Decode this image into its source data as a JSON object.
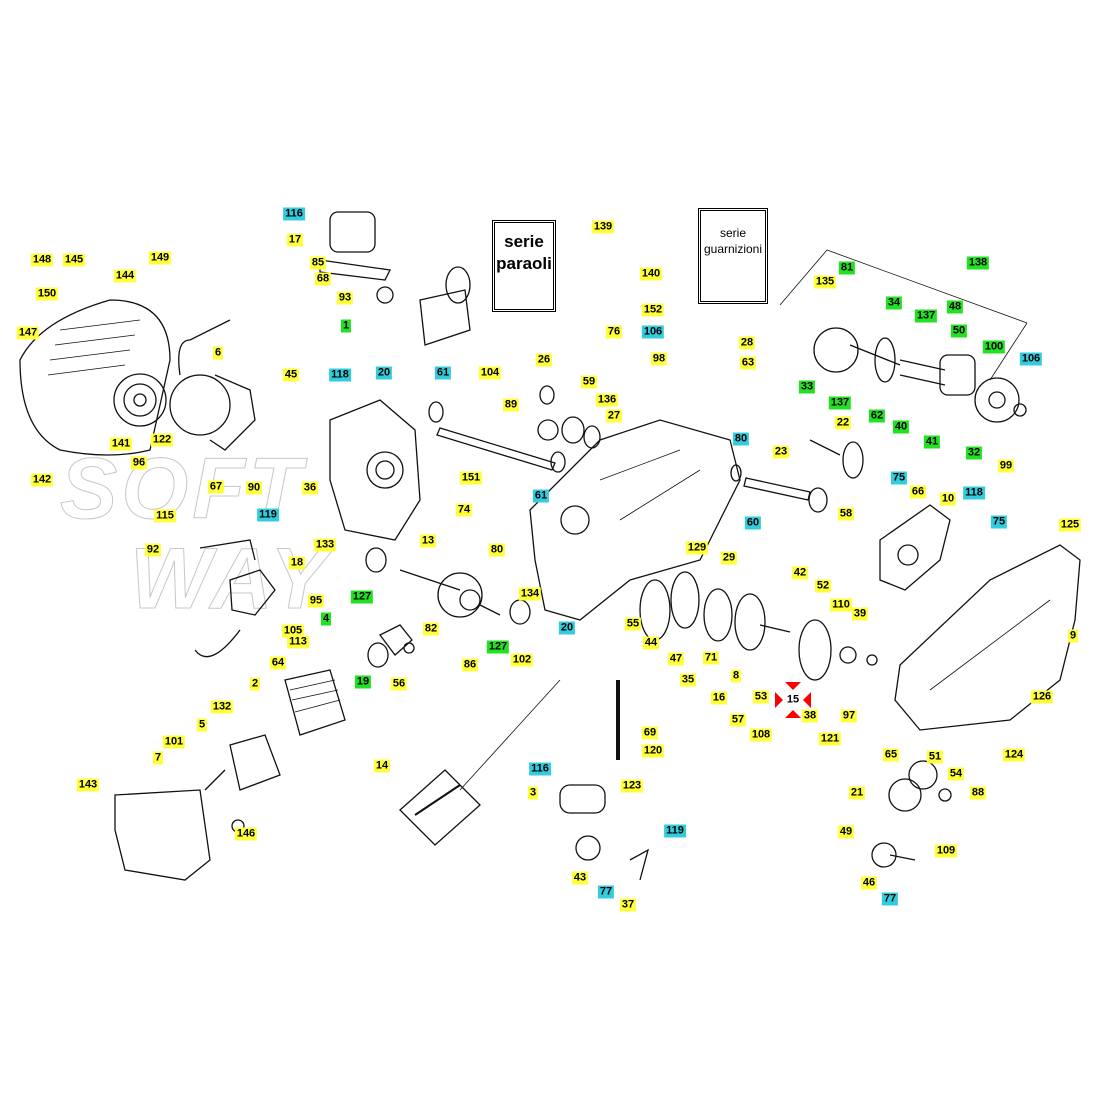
{
  "watermark": {
    "line1": "SOFT",
    "line2": "WAY"
  },
  "kits": {
    "oil_seals": {
      "line1": "serie",
      "line2": "paraoli"
    },
    "gaskets": {
      "line1": "serie",
      "line2": "guarnizioni"
    }
  },
  "colors": {
    "yellow": "#ffff3a",
    "cyan": "#33ccdd",
    "green": "#22e022",
    "red": "#ff0000"
  },
  "callouts": [
    {
      "n": "116",
      "type": "cyan"
    },
    {
      "n": "17",
      "type": "yellow"
    },
    {
      "n": "85",
      "type": "yellow"
    },
    {
      "n": "68",
      "type": "yellow"
    },
    {
      "n": "93",
      "type": "yellow"
    },
    {
      "n": "1",
      "type": "green"
    },
    {
      "n": "139",
      "type": "yellow"
    },
    {
      "n": "140",
      "type": "yellow"
    },
    {
      "n": "152",
      "type": "yellow"
    },
    {
      "n": "76",
      "type": "yellow"
    },
    {
      "n": "106",
      "type": "cyan"
    },
    {
      "n": "98",
      "type": "yellow"
    },
    {
      "n": "28",
      "type": "yellow"
    },
    {
      "n": "63",
      "type": "yellow"
    },
    {
      "n": "148",
      "type": "yellow"
    },
    {
      "n": "145",
      "type": "yellow"
    },
    {
      "n": "149",
      "type": "yellow"
    },
    {
      "n": "144",
      "type": "yellow"
    },
    {
      "n": "150",
      "type": "yellow"
    },
    {
      "n": "147",
      "type": "yellow"
    },
    {
      "n": "6",
      "type": "yellow"
    },
    {
      "n": "141",
      "type": "yellow"
    },
    {
      "n": "122",
      "type": "yellow"
    },
    {
      "n": "96",
      "type": "yellow"
    },
    {
      "n": "142",
      "type": "yellow"
    },
    {
      "n": "67",
      "type": "yellow"
    },
    {
      "n": "90",
      "type": "yellow"
    },
    {
      "n": "36",
      "type": "yellow"
    },
    {
      "n": "45",
      "type": "yellow"
    },
    {
      "n": "118",
      "type": "cyan"
    },
    {
      "n": "20",
      "type": "cyan"
    },
    {
      "n": "61",
      "type": "cyan"
    },
    {
      "n": "104",
      "type": "yellow"
    },
    {
      "n": "26",
      "type": "yellow"
    },
    {
      "n": "89",
      "type": "yellow"
    },
    {
      "n": "59",
      "type": "yellow"
    },
    {
      "n": "136",
      "type": "yellow"
    },
    {
      "n": "27",
      "type": "yellow"
    },
    {
      "n": "151",
      "type": "yellow"
    },
    {
      "n": "61",
      "type": "cyan"
    },
    {
      "n": "74",
      "type": "yellow"
    },
    {
      "n": "115",
      "type": "yellow"
    },
    {
      "n": "119",
      "type": "cyan"
    },
    {
      "n": "138",
      "type": "green"
    },
    {
      "n": "81",
      "type": "green"
    },
    {
      "n": "135",
      "type": "yellow"
    },
    {
      "n": "34",
      "type": "green"
    },
    {
      "n": "137",
      "type": "green"
    },
    {
      "n": "48",
      "type": "green"
    },
    {
      "n": "50",
      "type": "green"
    },
    {
      "n": "100",
      "type": "green"
    },
    {
      "n": "106",
      "type": "cyan"
    },
    {
      "n": "33",
      "type": "green"
    },
    {
      "n": "137",
      "type": "green"
    },
    {
      "n": "62",
      "type": "green"
    },
    {
      "n": "40",
      "type": "green"
    },
    {
      "n": "41",
      "type": "green"
    },
    {
      "n": "32",
      "type": "green"
    },
    {
      "n": "99",
      "type": "yellow"
    },
    {
      "n": "22",
      "type": "yellow"
    },
    {
      "n": "80",
      "type": "cyan"
    },
    {
      "n": "23",
      "type": "yellow"
    },
    {
      "n": "58",
      "type": "yellow"
    },
    {
      "n": "60",
      "type": "cyan"
    },
    {
      "n": "75",
      "type": "cyan"
    },
    {
      "n": "66",
      "type": "yellow"
    },
    {
      "n": "10",
      "type": "yellow"
    },
    {
      "n": "118",
      "type": "cyan"
    },
    {
      "n": "75",
      "type": "cyan"
    },
    {
      "n": "125",
      "type": "yellow"
    },
    {
      "n": "92",
      "type": "yellow"
    },
    {
      "n": "18",
      "type": "yellow"
    },
    {
      "n": "133",
      "type": "yellow"
    },
    {
      "n": "13",
      "type": "yellow"
    },
    {
      "n": "80",
      "type": "yellow"
    },
    {
      "n": "127",
      "type": "green"
    },
    {
      "n": "95",
      "type": "yellow"
    },
    {
      "n": "4",
      "type": "green"
    },
    {
      "n": "105",
      "type": "yellow"
    },
    {
      "n": "113",
      "type": "yellow"
    },
    {
      "n": "64",
      "type": "yellow"
    },
    {
      "n": "2",
      "type": "yellow"
    },
    {
      "n": "132",
      "type": "yellow"
    },
    {
      "n": "5",
      "type": "yellow"
    },
    {
      "n": "101",
      "type": "yellow"
    },
    {
      "n": "7",
      "type": "yellow"
    },
    {
      "n": "143",
      "type": "yellow"
    },
    {
      "n": "146",
      "type": "yellow"
    },
    {
      "n": "82",
      "type": "yellow"
    },
    {
      "n": "86",
      "type": "yellow"
    },
    {
      "n": "19",
      "type": "green"
    },
    {
      "n": "56",
      "type": "yellow"
    },
    {
      "n": "134",
      "type": "yellow"
    },
    {
      "n": "127",
      "type": "green"
    },
    {
      "n": "102",
      "type": "yellow"
    },
    {
      "n": "20",
      "type": "cyan"
    },
    {
      "n": "14",
      "type": "yellow"
    },
    {
      "n": "129",
      "type": "yellow"
    },
    {
      "n": "29",
      "type": "yellow"
    },
    {
      "n": "42",
      "type": "yellow"
    },
    {
      "n": "52",
      "type": "yellow"
    },
    {
      "n": "110",
      "type": "yellow"
    },
    {
      "n": "39",
      "type": "yellow"
    },
    {
      "n": "55",
      "type": "yellow"
    },
    {
      "n": "44",
      "type": "yellow"
    },
    {
      "n": "47",
      "type": "yellow"
    },
    {
      "n": "35",
      "type": "yellow"
    },
    {
      "n": "71",
      "type": "yellow"
    },
    {
      "n": "8",
      "type": "yellow"
    },
    {
      "n": "16",
      "type": "yellow"
    },
    {
      "n": "53",
      "type": "yellow"
    },
    {
      "n": "57",
      "type": "yellow"
    },
    {
      "n": "15",
      "type": "red"
    },
    {
      "n": "38",
      "type": "yellow"
    },
    {
      "n": "108",
      "type": "yellow"
    },
    {
      "n": "97",
      "type": "yellow"
    },
    {
      "n": "121",
      "type": "yellow"
    },
    {
      "n": "9",
      "type": "yellow"
    },
    {
      "n": "65",
      "type": "yellow"
    },
    {
      "n": "126",
      "type": "yellow"
    },
    {
      "n": "124",
      "type": "yellow"
    },
    {
      "n": "69",
      "type": "yellow"
    },
    {
      "n": "120",
      "type": "yellow"
    },
    {
      "n": "116",
      "type": "cyan"
    },
    {
      "n": "3",
      "type": "yellow"
    },
    {
      "n": "123",
      "type": "yellow"
    },
    {
      "n": "119",
      "type": "cyan"
    },
    {
      "n": "43",
      "type": "yellow"
    },
    {
      "n": "77",
      "type": "cyan"
    },
    {
      "n": "37",
      "type": "yellow"
    },
    {
      "n": "21",
      "type": "yellow"
    },
    {
      "n": "51",
      "type": "yellow"
    },
    {
      "n": "54",
      "type": "yellow"
    },
    {
      "n": "88",
      "type": "yellow"
    },
    {
      "n": "49",
      "type": "yellow"
    },
    {
      "n": "109",
      "type": "yellow"
    },
    {
      "n": "46",
      "type": "yellow"
    },
    {
      "n": "77",
      "type": "cyan"
    }
  ]
}
